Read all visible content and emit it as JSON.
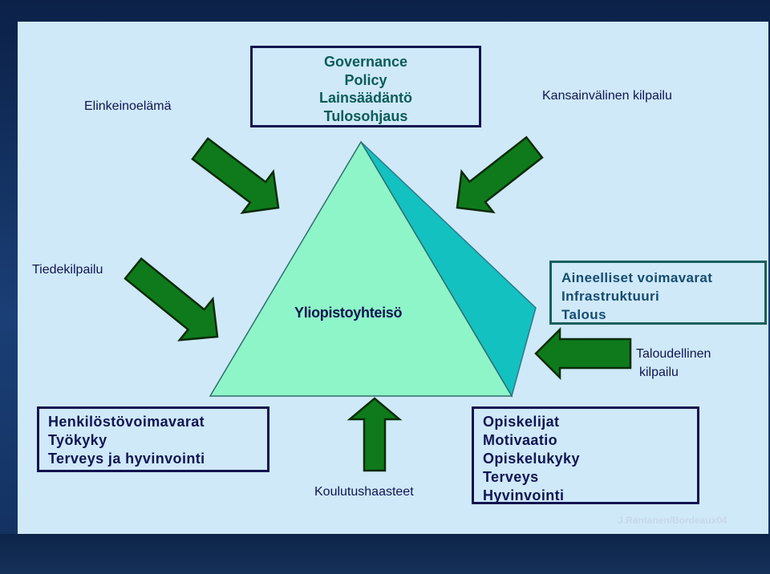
{
  "top_box": {
    "lines": [
      "Governance",
      "Policy",
      "Lainsäädäntö",
      "Tulosohjaus"
    ]
  },
  "labels": {
    "elinkeinoelama": "Elinkeinoelämä",
    "kansainvalinen": "Kansainvälinen kilpailu",
    "tiedekilpailu": "Tiedekilpailu",
    "yliopistoyhteiso": "Yliopistoyhteisö",
    "taloudellinen_1": "Taloudellinen",
    "taloudellinen_2": "kilpailu",
    "koulutushaasteet": "Koulutushaasteet"
  },
  "right_box": {
    "lines": [
      "Aineelliset voimavarat",
      "Infrastruktuuri",
      "Talous"
    ]
  },
  "left_bottom_box": {
    "lines": [
      "Henkilöstövoimavarat",
      "Työkyky",
      "Terveys ja hyvinvointi"
    ]
  },
  "center_bottom_box": {
    "lines": [
      "Opiskelijat",
      "Motivaatio",
      "Opiskelukyky",
      "Terveys",
      "Hyvinvointi"
    ]
  },
  "credit": "J.Rantanen/Bordeaux04",
  "colors": {
    "background_dark": "#0e2a52",
    "panel": "#cfe9f9",
    "pyramid_front": "#8ef5c8",
    "pyramid_side": "#13c1c1",
    "arrow_green": "#0f7a1c",
    "box_border_navy": "#13134f",
    "box_border_teal": "#176060"
  },
  "icons": {
    "arrows": "green-block-arrow",
    "pyramid": "pyramid-shape"
  }
}
